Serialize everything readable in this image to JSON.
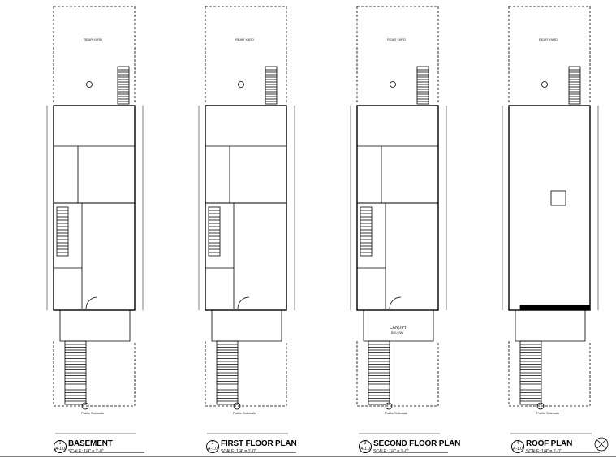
{
  "plans": [
    {
      "title": "BASEMENT",
      "number": "1",
      "sheet": "A-1.0",
      "scale": "SCALE: 1/4\" = 1'-0\""
    },
    {
      "title": "FIRST FLOOR PLAN",
      "number": "2",
      "sheet": "A-1.0",
      "scale": "SCALE: 1/4\" = 1'-0\""
    },
    {
      "title": "SECOND FLOOR PLAN",
      "number": "3",
      "sheet": "A-1.0",
      "scale": "SCALE: 1/4\" = 1'-0\""
    },
    {
      "title": "ROOF PLAN",
      "number": "4",
      "sheet": "A-1.0",
      "scale": "SCALE: 1/4\" = 1'-0\""
    }
  ],
  "labels": {
    "rear_yard": "REAR YARD",
    "public_sidewalk": "Public Sidewalk",
    "canopy": "CANOPY",
    "canopy_below": "BELOW"
  },
  "north_arrow_icon": "north-arrow-icon"
}
